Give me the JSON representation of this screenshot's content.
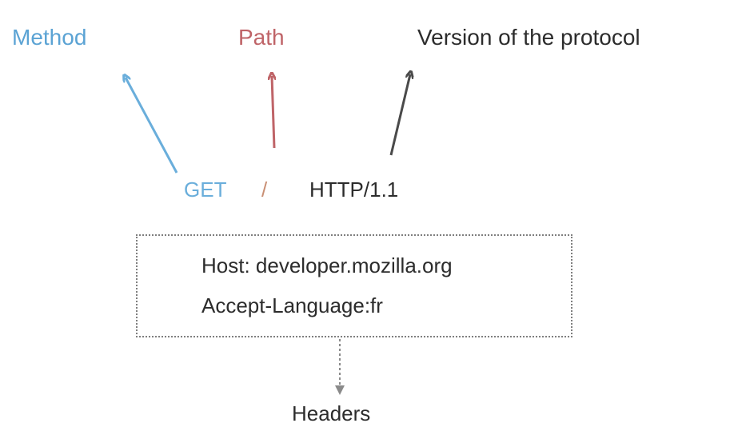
{
  "labels": {
    "method": "Method",
    "path": "Path",
    "version": "Version of the protocol"
  },
  "request_line": {
    "method": "GET",
    "path": "/",
    "version": "HTTP/1.1"
  },
  "headers": {
    "lines": [
      "Host: developer.mozilla.org",
      "Accept-Language:fr"
    ],
    "caption": "Headers"
  },
  "colors": {
    "method": "#5ba3d4",
    "path": "#bf6468",
    "version": "#2c2c2c",
    "dotted": "#7f7f7f"
  }
}
